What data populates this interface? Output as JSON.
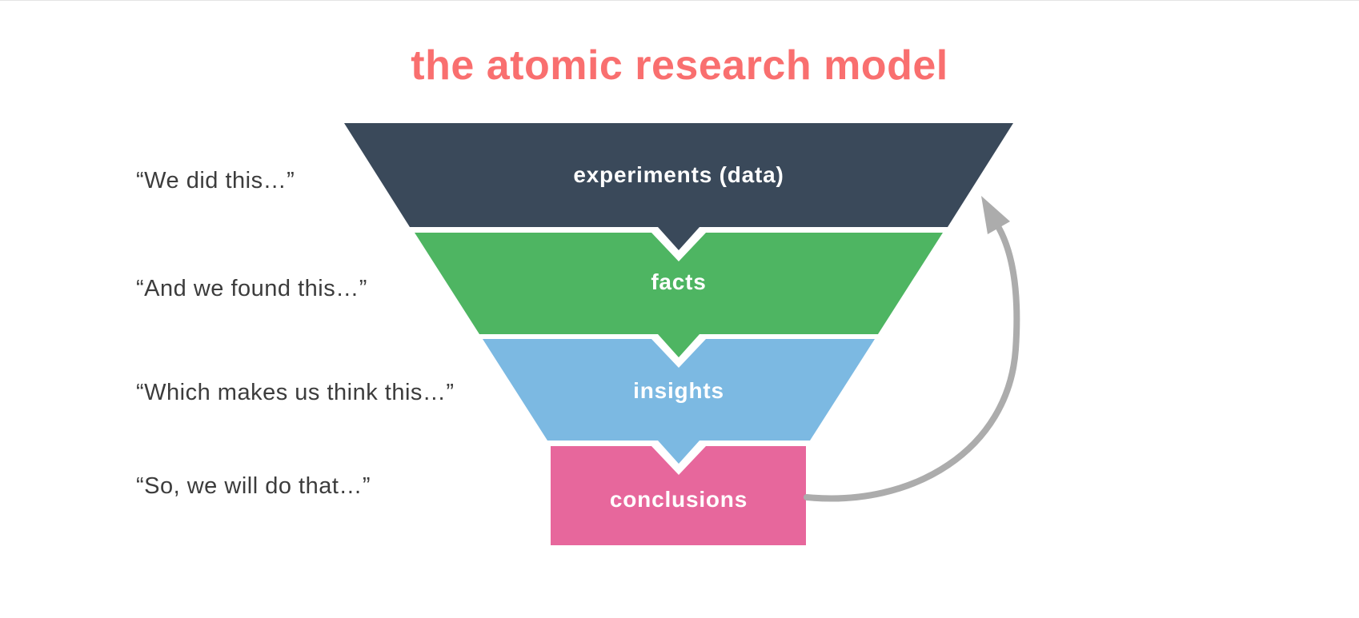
{
  "title": "the atomic research model",
  "colors": {
    "title": "#f96f6f",
    "arrow": "#acacac",
    "annotation_text": "#3c3c3c",
    "background": "#ffffff",
    "layer_label_text": "#ffffff"
  },
  "funnel": {
    "layers": [
      {
        "label": "experiments (data)",
        "color": "#3a495a",
        "annotation": "“We did this…”"
      },
      {
        "label": "facts",
        "color": "#4eb562",
        "annotation": "“And we found this…”"
      },
      {
        "label": "insights",
        "color": "#7cb9e2",
        "annotation": "“Which makes us think this…”"
      },
      {
        "label": "conclusions",
        "color": "#e7679c",
        "annotation": "“So, we will do that…”"
      }
    ]
  },
  "icons": {
    "loopback_arrow": "curved-arrow-from-conclusions-to-experiments"
  }
}
